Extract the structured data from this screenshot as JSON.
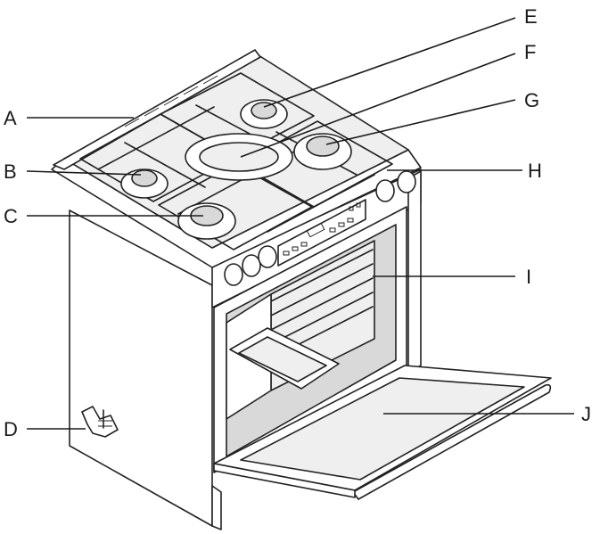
{
  "labels": {
    "A": "A",
    "B": "B",
    "C": "C",
    "D": "D",
    "E": "E",
    "F": "F",
    "G": "G",
    "H": "H",
    "I": "I",
    "J": "J"
  },
  "icons": {
    "anti_tip_bracket": "anti-tip-bracket-icon"
  }
}
